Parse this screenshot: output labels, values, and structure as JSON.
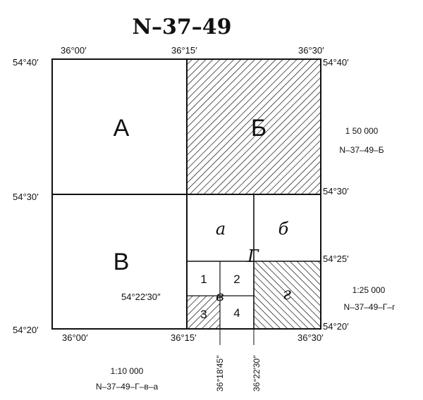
{
  "title": "N–37–49",
  "lon": {
    "w": "36°00′",
    "mid": "36°15′",
    "e": "36°30′"
  },
  "lat": {
    "top": "54°40′",
    "mid": "54°30′",
    "q25": "54°25′",
    "q2230": "54°22′30″",
    "bot": "54°20′"
  },
  "sub_lon": {
    "a": "36°18′45″",
    "b": "36°22′30″"
  },
  "quadrants": {
    "A": "А",
    "B": "Б",
    "V": "В",
    "G": "Г"
  },
  "sub_g": {
    "a": "а",
    "b": "б",
    "v": "в",
    "g": "г"
  },
  "sub_v": {
    "n1": "1",
    "n2": "2",
    "n3": "3",
    "n4": "4"
  },
  "notes": {
    "scale50": "1 50 000",
    "code50": "N–37–49–Б",
    "scale25": "1:25 000",
    "code25": "N–37–49–Г–г",
    "scale10": "1:10 000",
    "code10": "N–37–49–Г–в–a"
  }
}
